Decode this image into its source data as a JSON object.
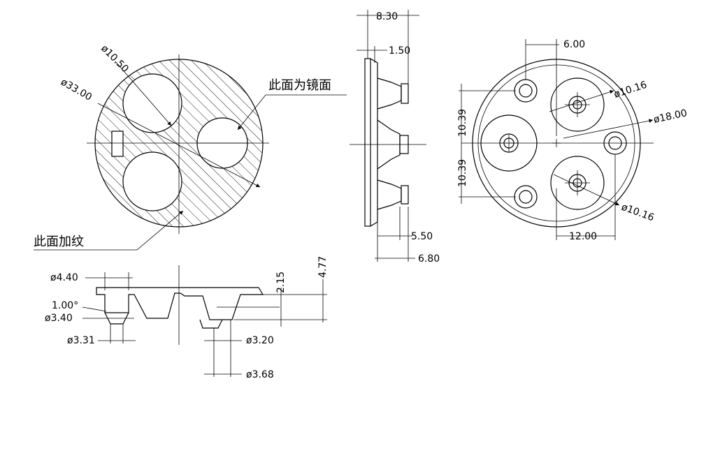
{
  "drawing": {
    "front_view": {
      "label_d_holes": "ø10.50",
      "label_d_outer": "ø33.00",
      "note_mirror": "此面为镜面",
      "note_texture": "此面加纹"
    },
    "side_view": {
      "dim_total_width": "8.30",
      "dim_flange": "1.50",
      "dim_depth_a": "5.50",
      "dim_depth_b": "6.80"
    },
    "back_view": {
      "dim_offset_top": "6.00",
      "dim_hole_top": "ø10.16",
      "dim_body": "ø18.00",
      "dim_hole_bottom": "ø10.16",
      "dim_vert_upper": "10.39",
      "dim_vert_lower": "10.39",
      "dim_horiz": "12.00"
    },
    "section_view": {
      "dim_d440": "ø4.40",
      "dim_angle": "1.00°",
      "dim_d340": "ø3.40",
      "dim_d331": "ø3.31",
      "dim_d320": "ø3.20",
      "dim_d368": "ø3.68",
      "dim_h215": "2.15",
      "dim_h477": "4.77"
    }
  }
}
